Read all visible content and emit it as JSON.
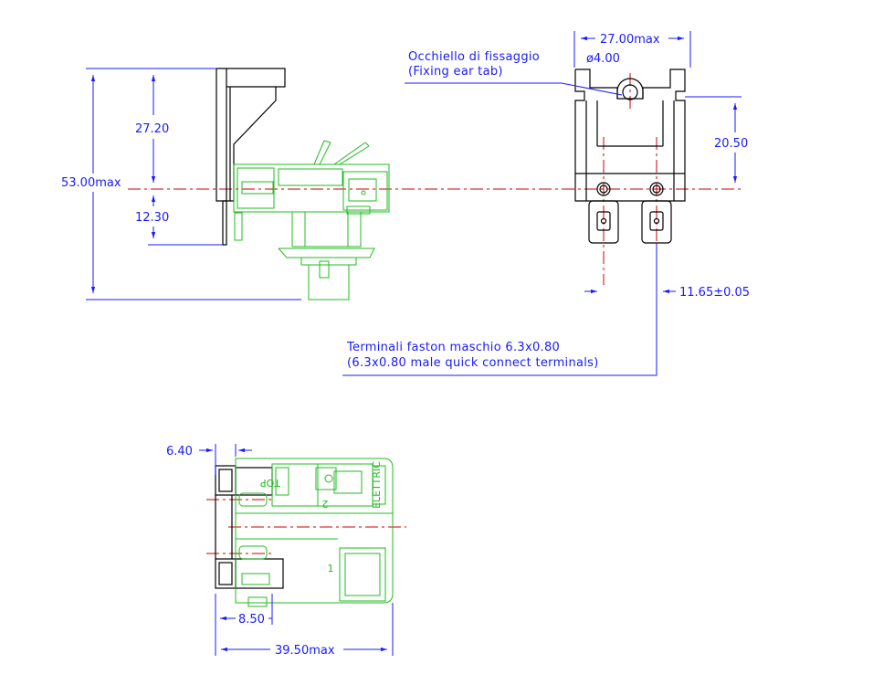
{
  "dimensions": {
    "height_max": "53.00max",
    "upper": "27.20",
    "lower": "12.30",
    "width_max": "27.00max",
    "hole": "ø4.00",
    "ear_height": "20.50",
    "pitch": "11.65±0.05",
    "offset": "6.40",
    "inner": "8.50",
    "length_max": "39.50max"
  },
  "notes": {
    "fixing_it": "Occhiello di fissaggio",
    "fixing_en": "(Fixing ear tab)",
    "terminals_it": "Terminali faston maschio 6.3x0.80",
    "terminals_en": "(6.3x0.80 male quick connect terminals)"
  },
  "component_marks": {
    "top": "TOP",
    "pin1": "1",
    "pin2": "2",
    "marking": "ELETTRIC"
  },
  "colors": {
    "dimension": "#1a1aff",
    "outline": "#000000",
    "component": "#22bb22",
    "centerline": "#cc0000"
  }
}
